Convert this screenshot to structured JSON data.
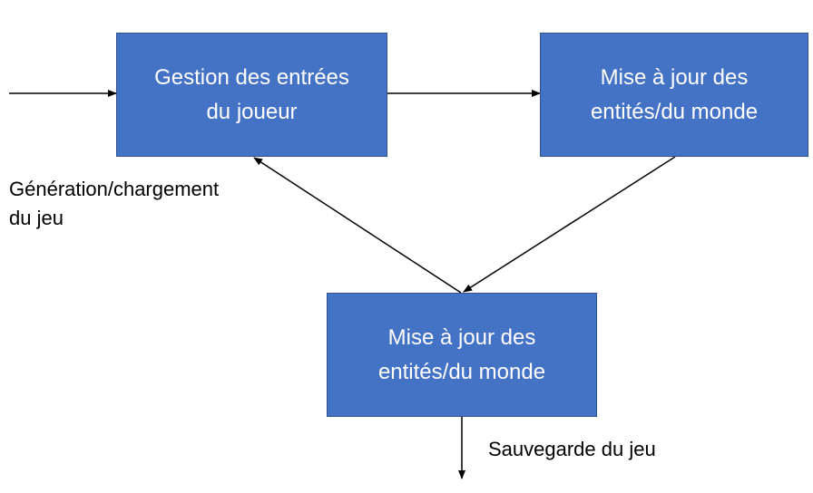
{
  "diagram": {
    "nodes": {
      "input": {
        "text": "Gestion des entrées\ndu joueur"
      },
      "update_1": {
        "text": "Mise à jour des\nentités/du monde"
      },
      "update_2": {
        "text": "Mise à jour des\nentités/du monde"
      }
    },
    "labels": {
      "start": "Génération/chargement\ndu jeu",
      "save": "Sauvegarde du jeu"
    },
    "edges": [
      {
        "from": "start",
        "to": "input"
      },
      {
        "from": "input",
        "to": "update_1"
      },
      {
        "from": "update_1",
        "to": "update_2"
      },
      {
        "from": "update_2",
        "to": "input"
      },
      {
        "from": "update_2",
        "to": "save"
      }
    ],
    "colors": {
      "node_fill": "#4472c4",
      "node_border": "#2f528f",
      "node_text": "#ffffff",
      "edge": "#000000",
      "label_text": "#000000"
    }
  }
}
